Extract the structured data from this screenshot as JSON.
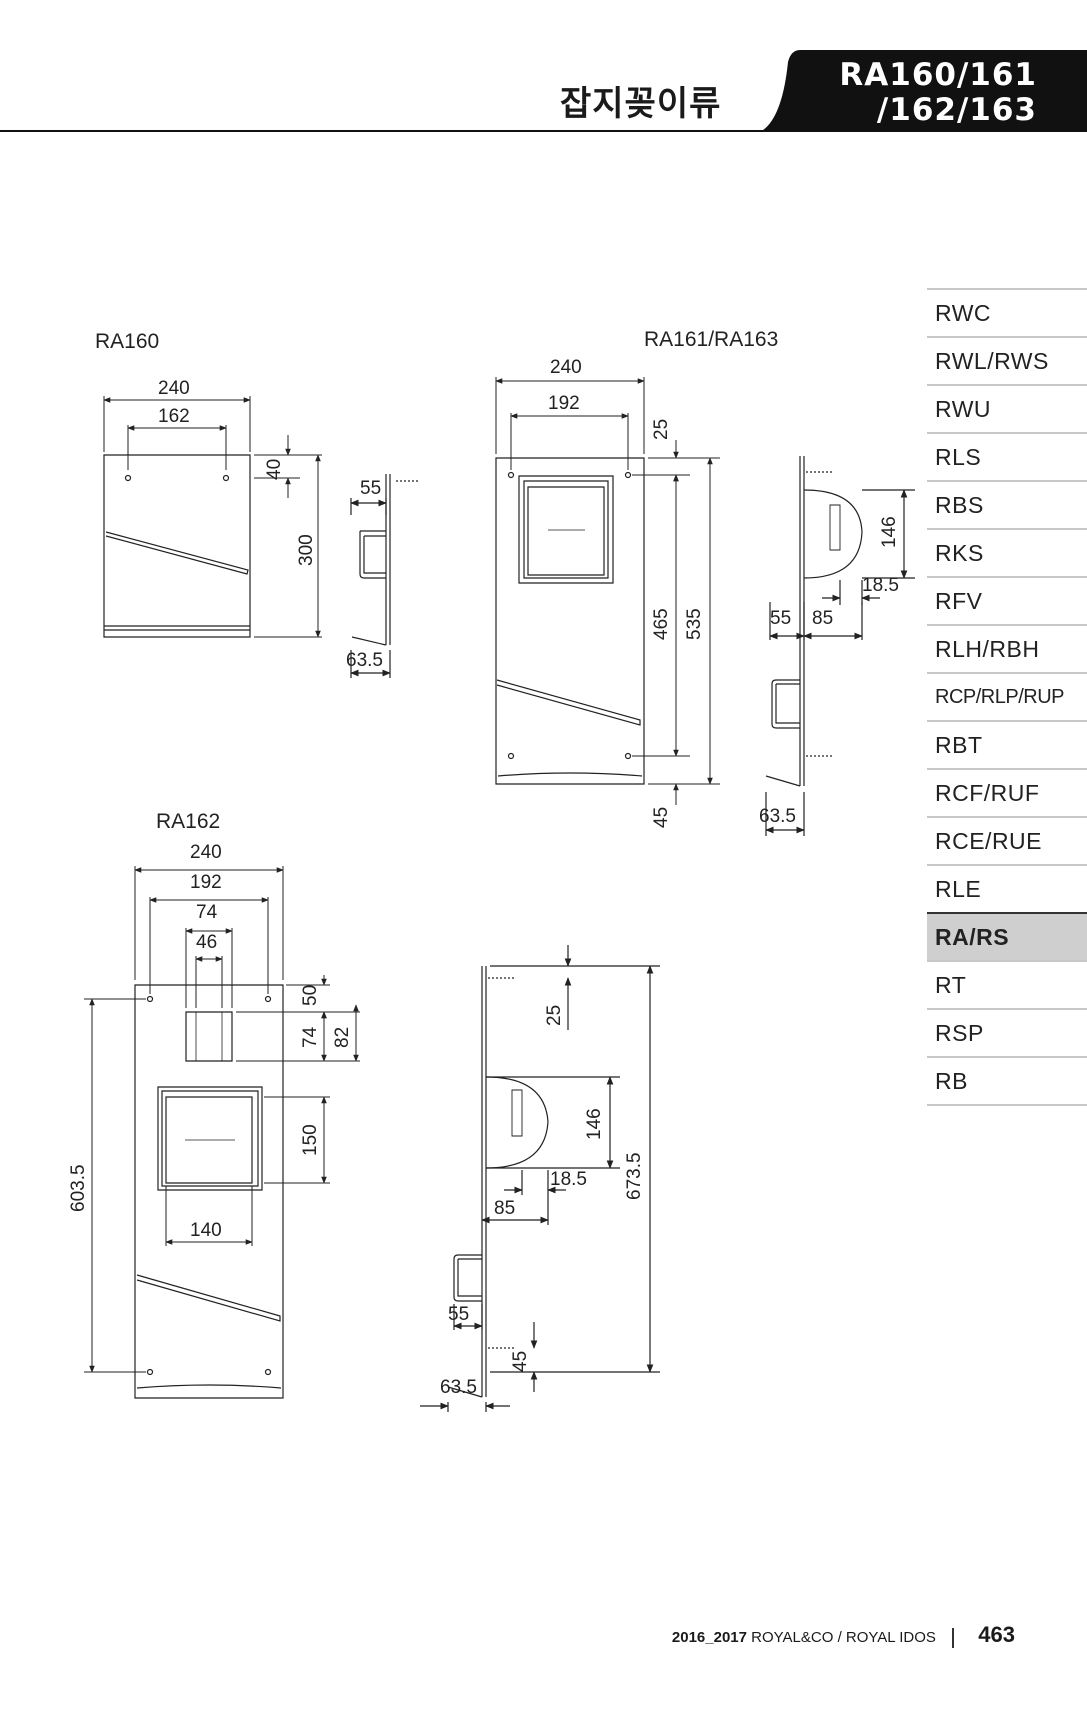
{
  "header": {
    "category_title": "잡지꽂이류",
    "model_tab_line1": "RA160/161",
    "model_tab_line2": "/162/163"
  },
  "sidebar": {
    "items": [
      {
        "label": "RWC"
      },
      {
        "label": "RWL/RWS"
      },
      {
        "label": "RWU"
      },
      {
        "label": "RLS"
      },
      {
        "label": "RBS"
      },
      {
        "label": "RKS"
      },
      {
        "label": "RFV"
      },
      {
        "label": "RLH/RBH"
      },
      {
        "label": "RCP/RLP/RUP"
      },
      {
        "label": "RBT"
      },
      {
        "label": "RCF/RUF"
      },
      {
        "label": "RCE/RUE"
      },
      {
        "label": "RLE"
      },
      {
        "label": "RA/RS"
      },
      {
        "label": "RT"
      },
      {
        "label": "RSP"
      },
      {
        "label": "RB"
      }
    ],
    "active": "RA/RS"
  },
  "models": {
    "ra160": {
      "title": "RA160",
      "dims": {
        "width": "240",
        "hole_spacing": "162",
        "top_offset": "40",
        "height": "300",
        "depth": "55",
        "lip": "63.5"
      }
    },
    "ra161": {
      "title": "RA161/RA163",
      "dims": {
        "width": "240",
        "hole_spacing": "192",
        "top_offset": "25",
        "hole_height": "465",
        "height": "535",
        "bottom": "45",
        "holder_height": "146",
        "holder_offset": "18.5",
        "depth": "55",
        "holder_depth": "85",
        "lip": "63.5"
      }
    },
    "ra162": {
      "title": "RA162",
      "dims": {
        "width": "240",
        "hole_spacing": "192",
        "box_outer": "74",
        "box_inner": "46",
        "box_top": "50",
        "box_height": "74",
        "box_total": "82",
        "window_height": "150",
        "window_width": "140",
        "height": "603.5",
        "side_top": "25",
        "holder_height": "146",
        "holder_offset": "18.5",
        "holder_depth": "85",
        "total_height": "673.5",
        "depth": "55",
        "bottom": "45",
        "lip": "63.5"
      }
    }
  },
  "footer": {
    "years": "2016_2017",
    "brand": "ROYAL&CO / ROYAL IDOS",
    "page": "463"
  },
  "colors": {
    "ink": "#1a1a1a",
    "active_bg": "#cfcfcf",
    "rule": "#c8c8c8"
  }
}
